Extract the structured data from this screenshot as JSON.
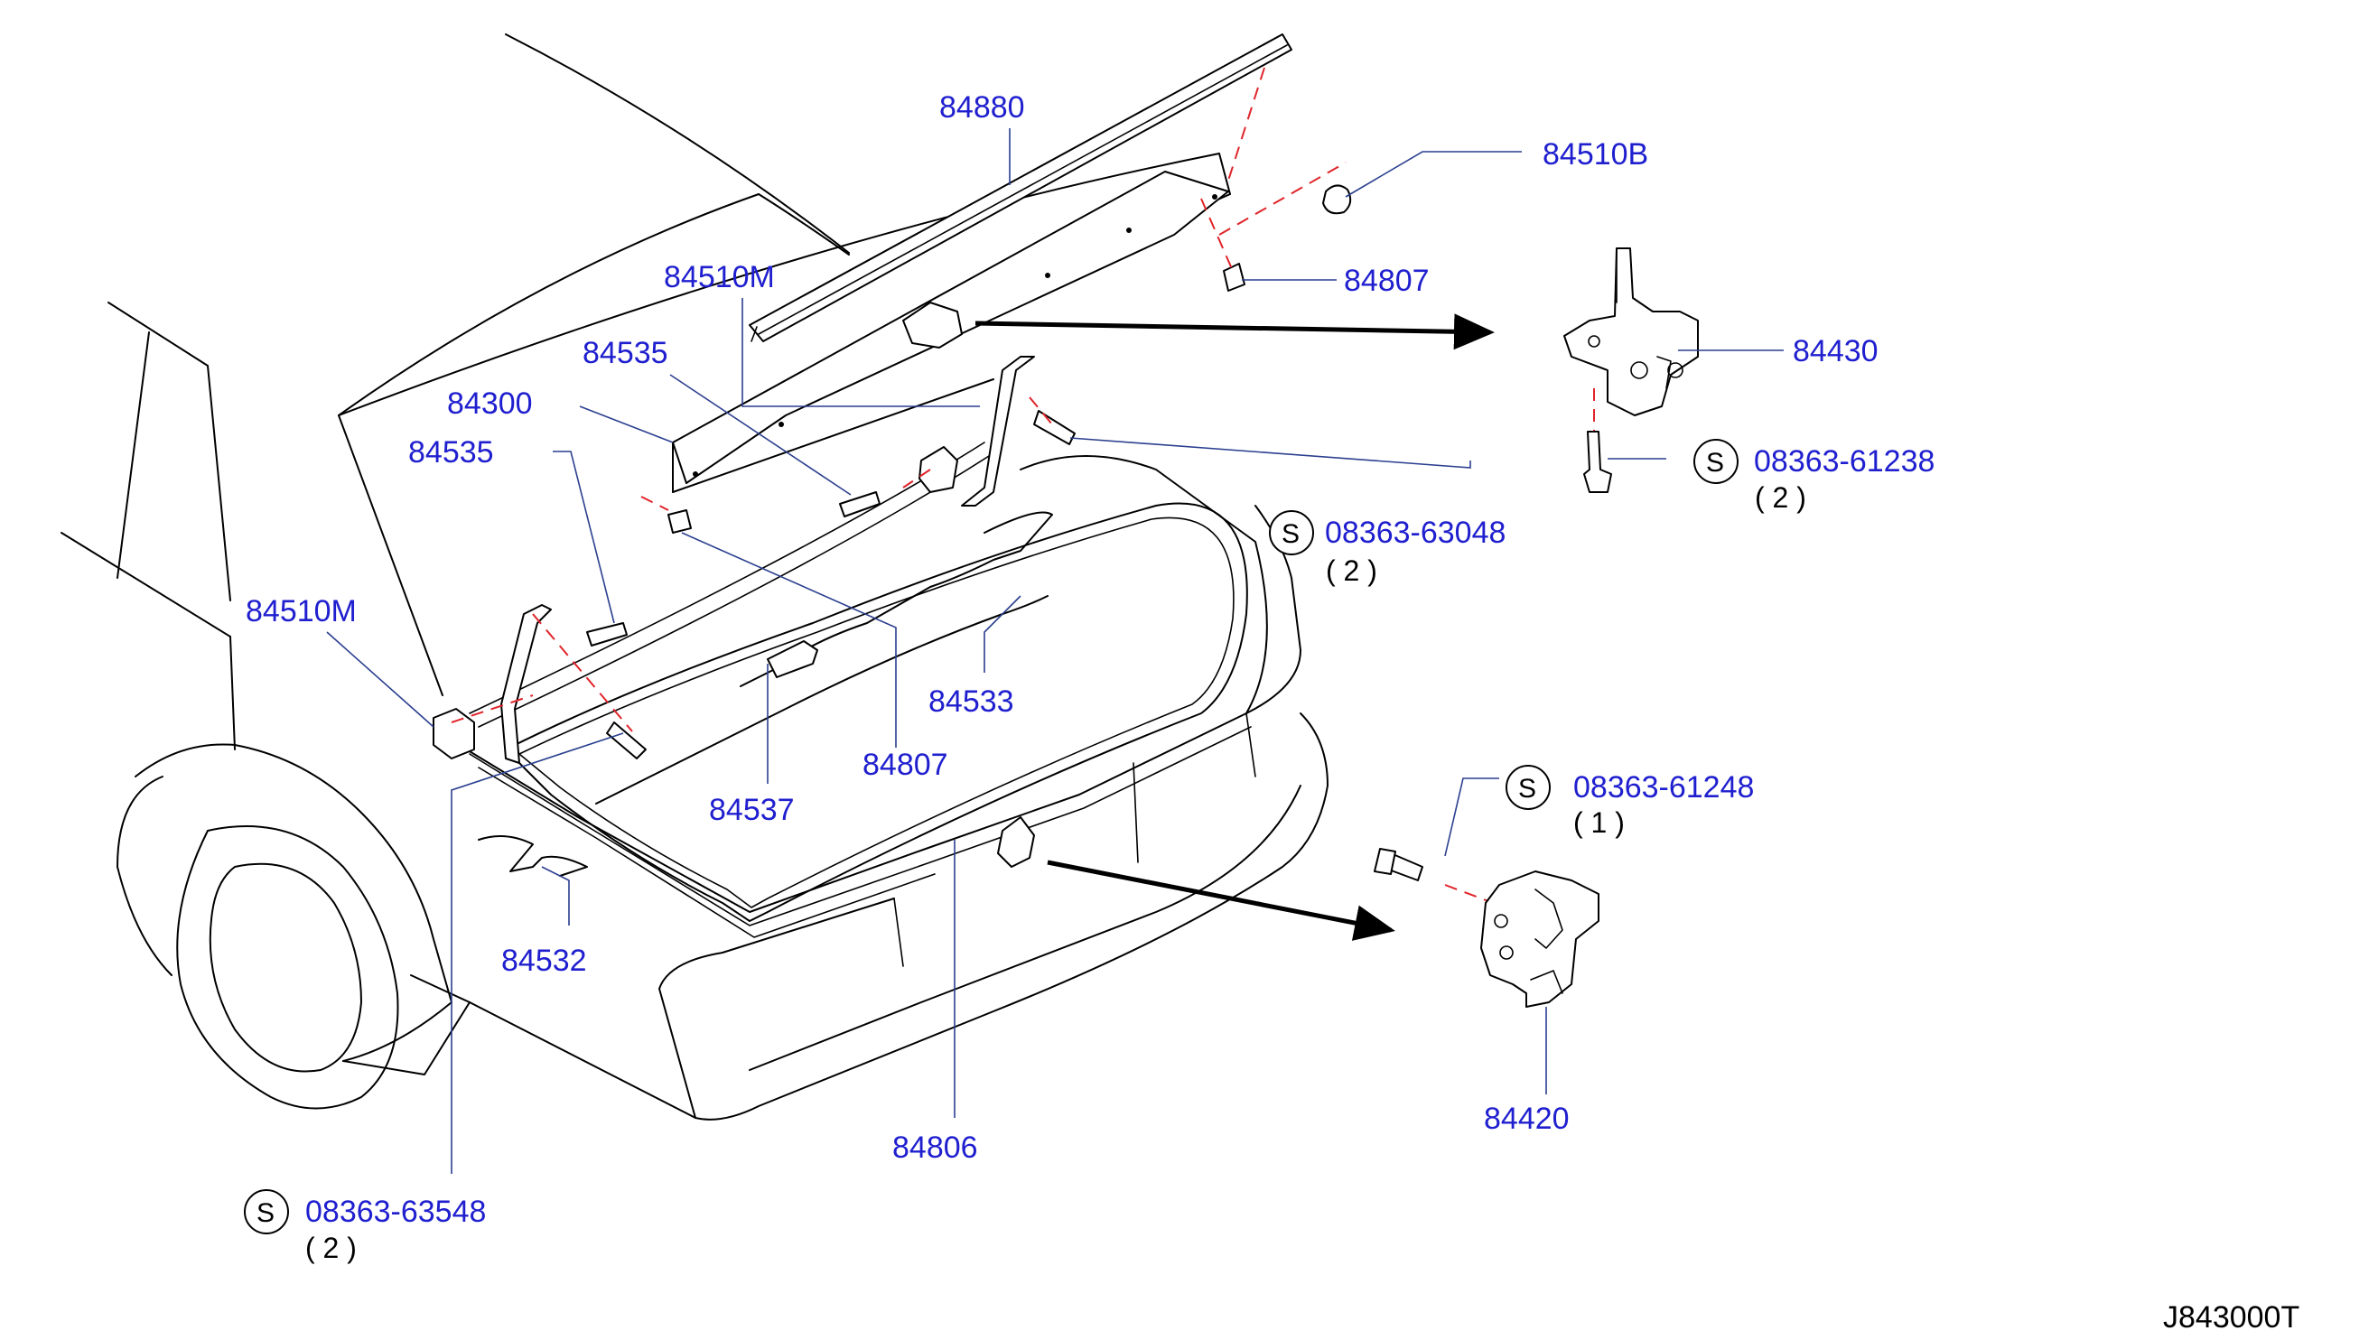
{
  "diagram_code": "J843000T",
  "callouts": {
    "p84880": "84880",
    "p84510B": "84510B",
    "p84807_top": "84807",
    "p84510M_top": "84510M",
    "p84535_top": "84535",
    "p84300": "84300",
    "p84535_left": "84535",
    "p84430": "84430",
    "p84510M_left": "84510M",
    "p84533": "84533",
    "p84807_mid": "84807",
    "p84537": "84537",
    "p84532": "84532",
    "p84806": "84806",
    "p84420": "84420"
  },
  "standard_parts": {
    "symbol": "S",
    "sp_61238": {
      "number": "08363-61238",
      "qty": "( 2 )"
    },
    "sp_63048": {
      "number": "08363-63048",
      "qty": "( 2 )"
    },
    "sp_61248": {
      "number": "08363-61248",
      "qty": "( 1 )"
    },
    "sp_63548": {
      "number": "08363-63548",
      "qty": "( 2 )"
    }
  },
  "colors": {
    "label": "#1f1fcf",
    "leader": "#2a3f8f",
    "hidden_line": "#e0242a",
    "ink": "#000000"
  }
}
